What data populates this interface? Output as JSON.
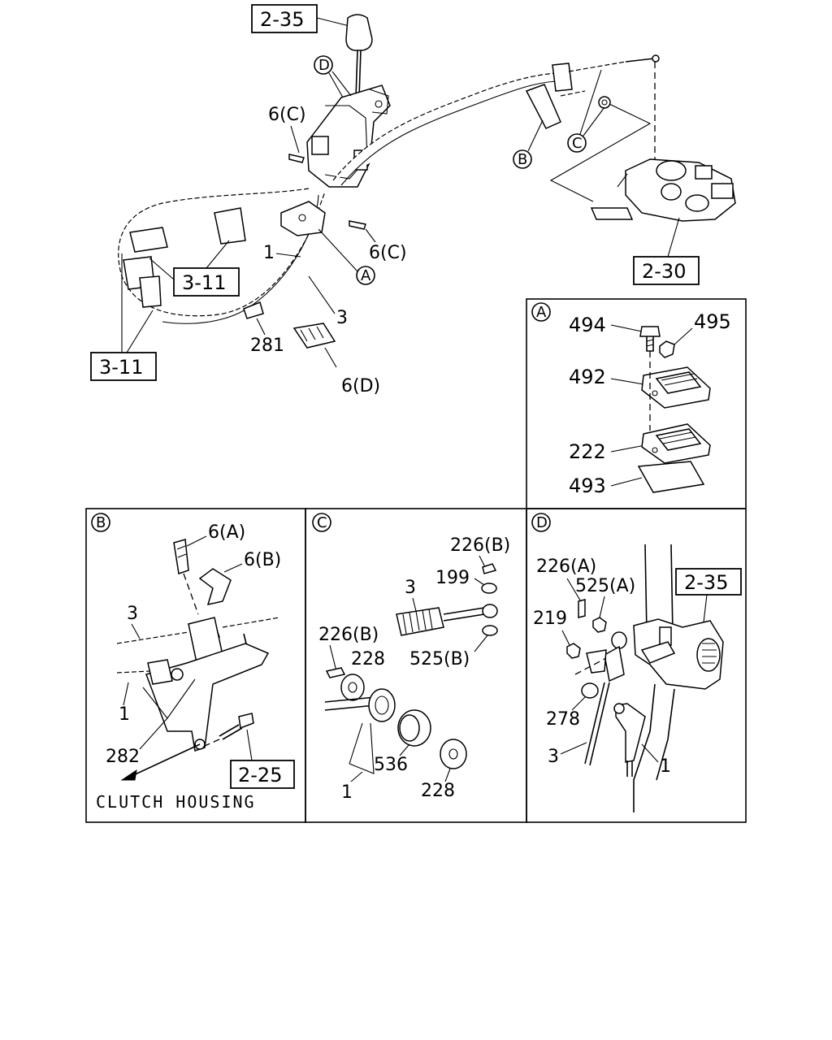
{
  "refs": {
    "ref_2_35_top": "2-35",
    "ref_2_30": "2-30",
    "ref_3_11_a": "3-11",
    "ref_3_11_b": "3-11",
    "ref_2_25": "2-25",
    "ref_2_35_d": "2-35"
  },
  "main_labels": {
    "d": "D",
    "b": "B",
    "c": "C",
    "a": "A",
    "p6c_top": "6(C)",
    "p6c_mid": "6(C)",
    "p1": "1",
    "p3": "3",
    "p281": "281",
    "p6d": "6(D)"
  },
  "detail_a": {
    "letter": "A",
    "p494": "494",
    "p495": "495",
    "p492": "492",
    "p222": "222",
    "p493": "493"
  },
  "detail_b": {
    "letter": "B",
    "p6a": "6(A)",
    "p6b": "6(B)",
    "p3": "3",
    "p1": "1",
    "p282": "282",
    "clutch": "CLUTCH HOUSING"
  },
  "detail_c": {
    "letter": "C",
    "p226b_top": "226(B)",
    "p199": "199",
    "p3": "3",
    "p226b_left": "226(B)",
    "p228_top": "228",
    "p525b": "525(B)",
    "p536": "536",
    "p1": "1",
    "p228_bot": "228"
  },
  "detail_d": {
    "letter": "D",
    "p226a": "226(A)",
    "p525a": "525(A)",
    "p219": "219",
    "p278": "278",
    "p3": "3",
    "p1": "1"
  }
}
